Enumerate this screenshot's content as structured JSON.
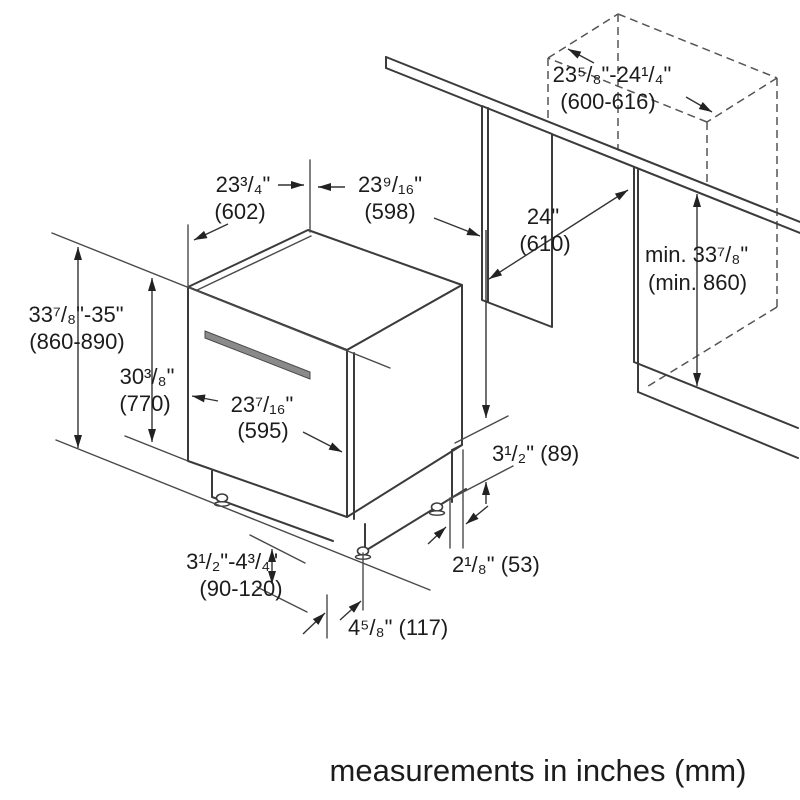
{
  "diagram": {
    "caption": "measurements in inches (mm)",
    "labels": {
      "niche_width_in": "23⁵/₈\"-24¹/₄\"",
      "niche_width_mm": "(600-616)",
      "depth_with_door_in": "23³/₄\"",
      "depth_with_door_mm": "(602)",
      "top_width_in": "23⁹/₁₆\"",
      "top_width_mm": "(598)",
      "niche_depth_in": "24\"",
      "niche_depth_mm": "(610)",
      "niche_height_in": "min. 33⁷/₈\"",
      "niche_height_mm": "(min. 860)",
      "counter_height_in": "33⁷/₈\"-35\"",
      "counter_height_mm": "(860-890)",
      "body_height_in": "30³/₈\"",
      "body_height_mm": "(770)",
      "front_width_in": "23⁷/₁₆\"",
      "front_width_mm": "(595)",
      "side_gap": "3¹/₂\" (89)",
      "base_setback": "2¹/₈\" (53)",
      "toe_height_in": "3¹/₂\"-4³/₄\"",
      "toe_height_mm": "(90-120)",
      "foot_inset": "4⁵/₈\" (117)"
    }
  }
}
